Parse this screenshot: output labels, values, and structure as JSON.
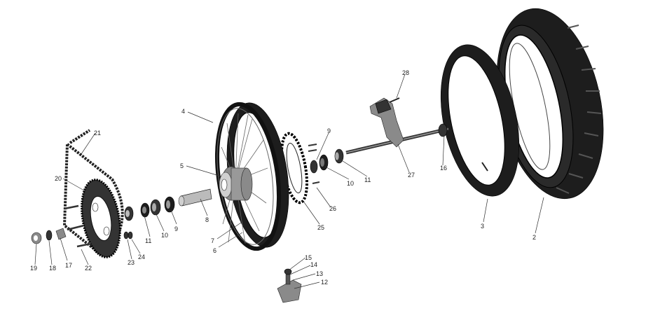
{
  "labels": [
    "2",
    "3",
    "4",
    "5",
    "6",
    "7",
    "8",
    "9",
    "9",
    "10",
    "10",
    "11",
    "11",
    "12",
    "13",
    "14",
    "15",
    "16",
    "17",
    "18",
    "19",
    "20",
    "21",
    "22",
    "23",
    "24",
    "25",
    "26",
    "27",
    "28"
  ]
}
